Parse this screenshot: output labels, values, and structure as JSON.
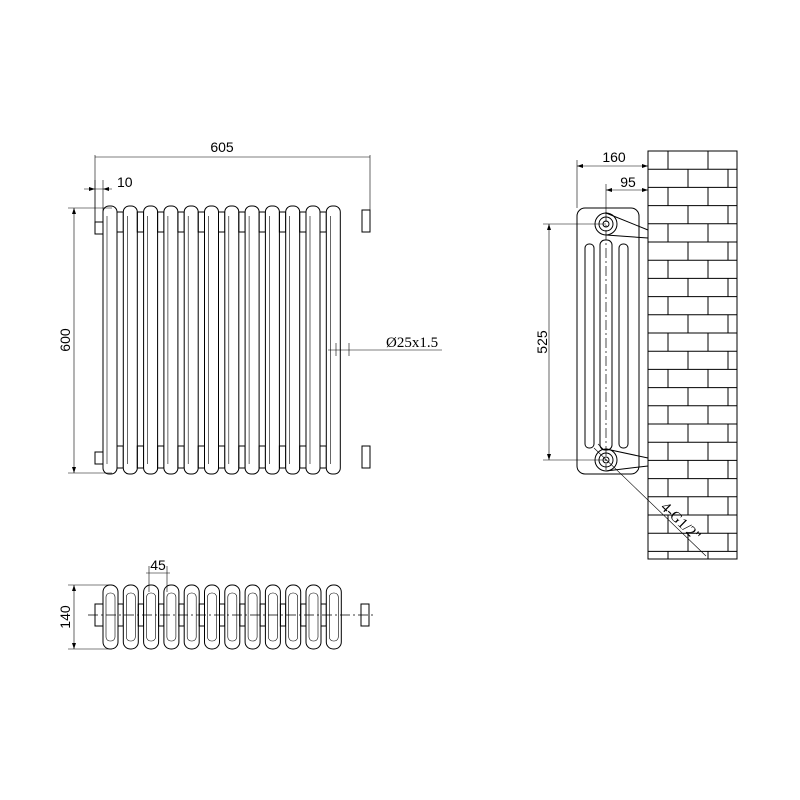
{
  "front_view": {
    "width_label": "605",
    "height_label": "600",
    "offset_label": "10",
    "pipe_label": "Ø25x1.5",
    "column_count": 12
  },
  "side_view": {
    "depth_label": "160",
    "wall_offset_label": "95",
    "centres_label": "525",
    "thread_label": "4-G1/2\""
  },
  "top_view": {
    "pitch_label": "45",
    "depth_label": "140"
  }
}
